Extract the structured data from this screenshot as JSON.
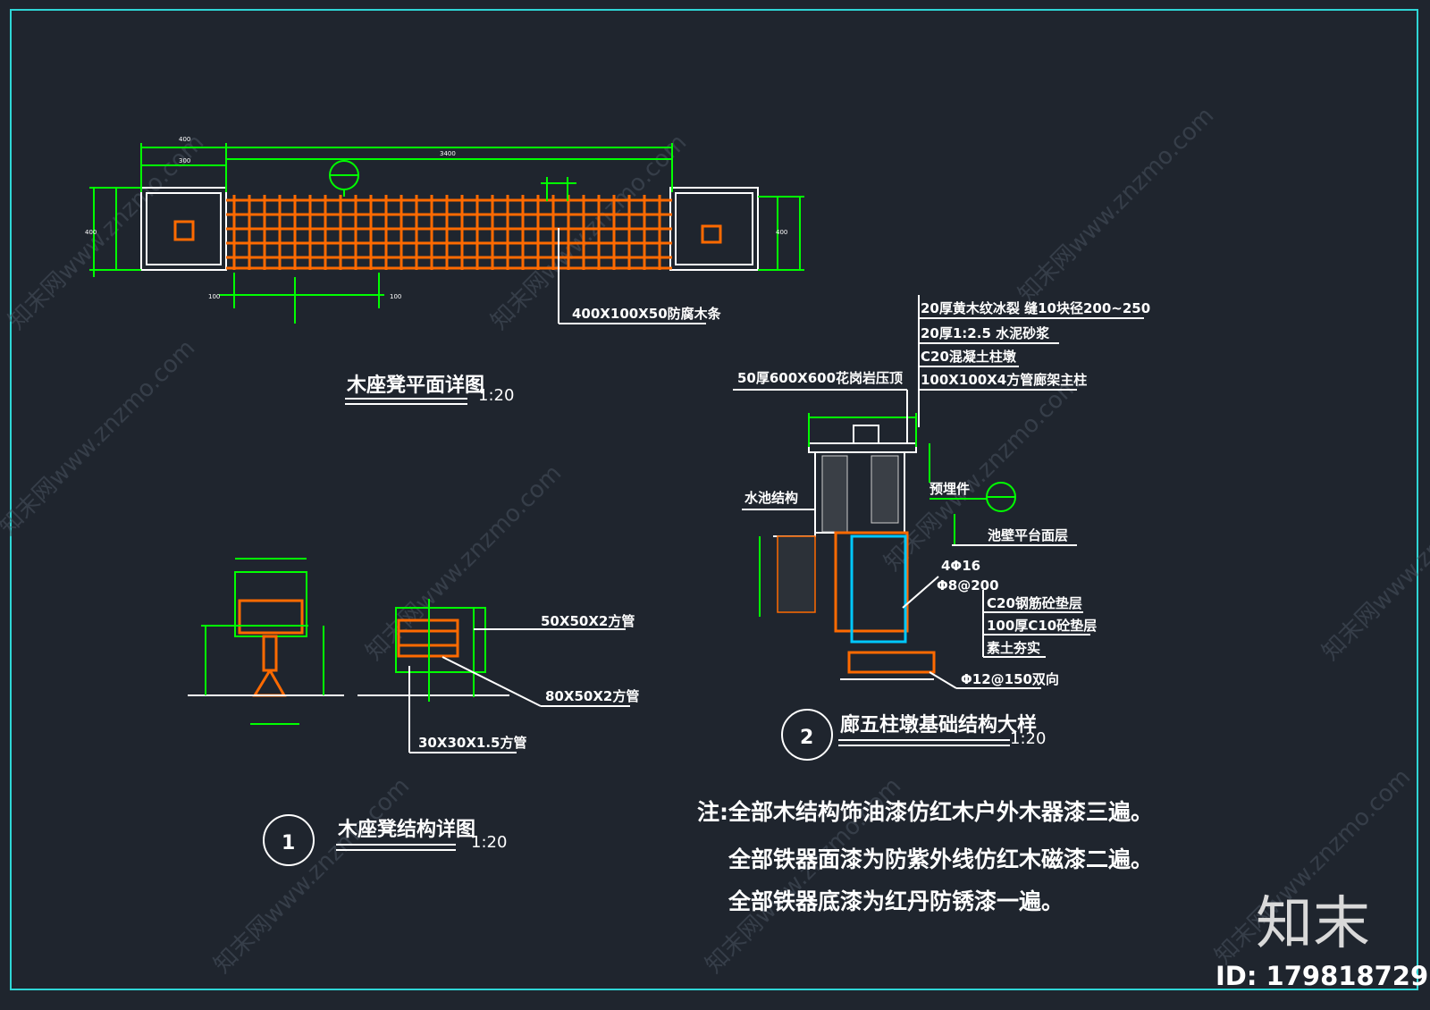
{
  "drawing": {
    "plan_callout": "400X100X50防腐木条",
    "plan_title": "木座凳平面详图",
    "plan_scale": "1:20",
    "detail1_label_a": "50X50X2方管",
    "detail1_label_b": "80X50X2方管",
    "detail1_label_c": "30X30X1.5方管",
    "detail1_number": "1",
    "detail1_title": "木座凳结构详图",
    "detail1_scale": "1:20",
    "detail2_cap_label": "50厚600X600花岗岩压顶",
    "detail2_layer1": "20厚黄木纹冰裂 缝10块径200~250",
    "detail2_layer2": "20厚1:2.5 水泥砂浆",
    "detail2_layer3": "C20混凝土柱墩",
    "detail2_layer4": "100X100X4方管廊架主柱",
    "detail2_left_label": "水池结构",
    "detail2_embed_label": "预埋件",
    "detail2_level_label": "池壁平台面层",
    "detail2_rebar1": "4Φ16",
    "detail2_rebar2": "Φ8@200",
    "detail2_base1": "C20钢筋砼垫层",
    "detail2_base2": "100厚C10砼垫层",
    "detail2_base3": "素土夯实",
    "detail2_rebar3": "Φ12@150双向",
    "detail2_number": "2",
    "detail2_title": "廊五柱墩基础结构大样",
    "detail2_scale": "1:20"
  },
  "notes": {
    "line1": "注:全部木结构饰油漆仿红木户外木器漆三遍。",
    "line2": "全部铁器面漆为防紫外线仿红木磁漆二遍。",
    "line3": "全部铁器底漆为红丹防锈漆一遍。"
  },
  "watermark": {
    "text": "知末网www.znzmo.com",
    "brand": "知末",
    "id": "ID: 179818729"
  },
  "colors": {
    "background": "#1f252e",
    "border": "#2fd6d6",
    "dimension": "#00ff00",
    "timber": "#ff6a00",
    "steel": "#00c8ff",
    "text": "#ffffff"
  }
}
